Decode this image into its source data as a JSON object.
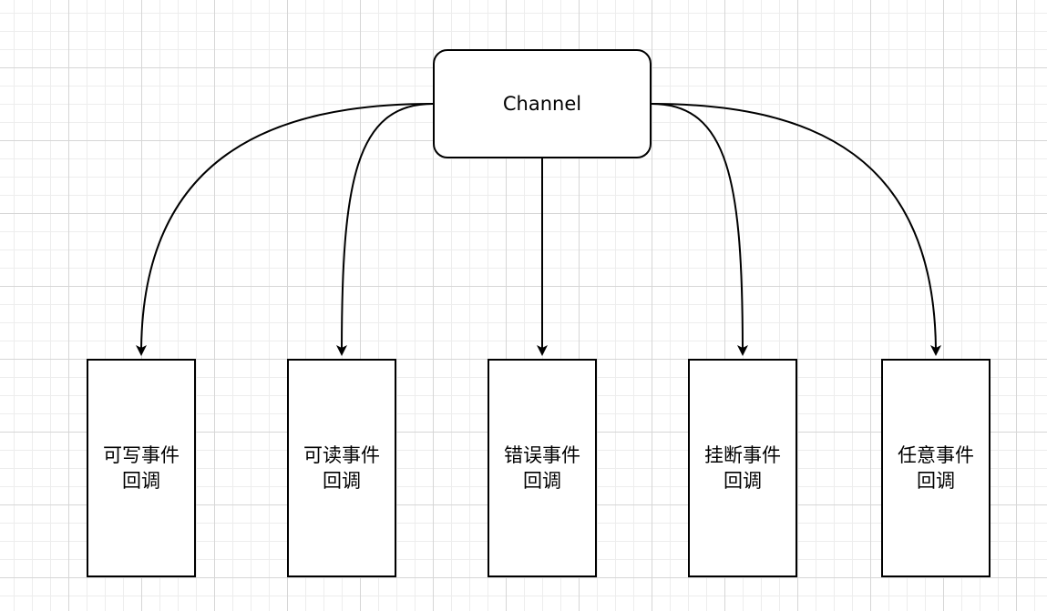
{
  "diagram": {
    "root": {
      "label": "Channel"
    },
    "callbacks": [
      {
        "line1": "可写事件",
        "line2": "回调"
      },
      {
        "line1": "可读事件",
        "line2": "回调"
      },
      {
        "line1": "错误事件",
        "line2": "回调"
      },
      {
        "line1": "挂断事件",
        "line2": "回调"
      },
      {
        "line1": "任意事件",
        "line2": "回调"
      }
    ],
    "colors": {
      "stroke": "#000000",
      "fill": "#ffffff",
      "grid": "#d6d6d6"
    }
  }
}
